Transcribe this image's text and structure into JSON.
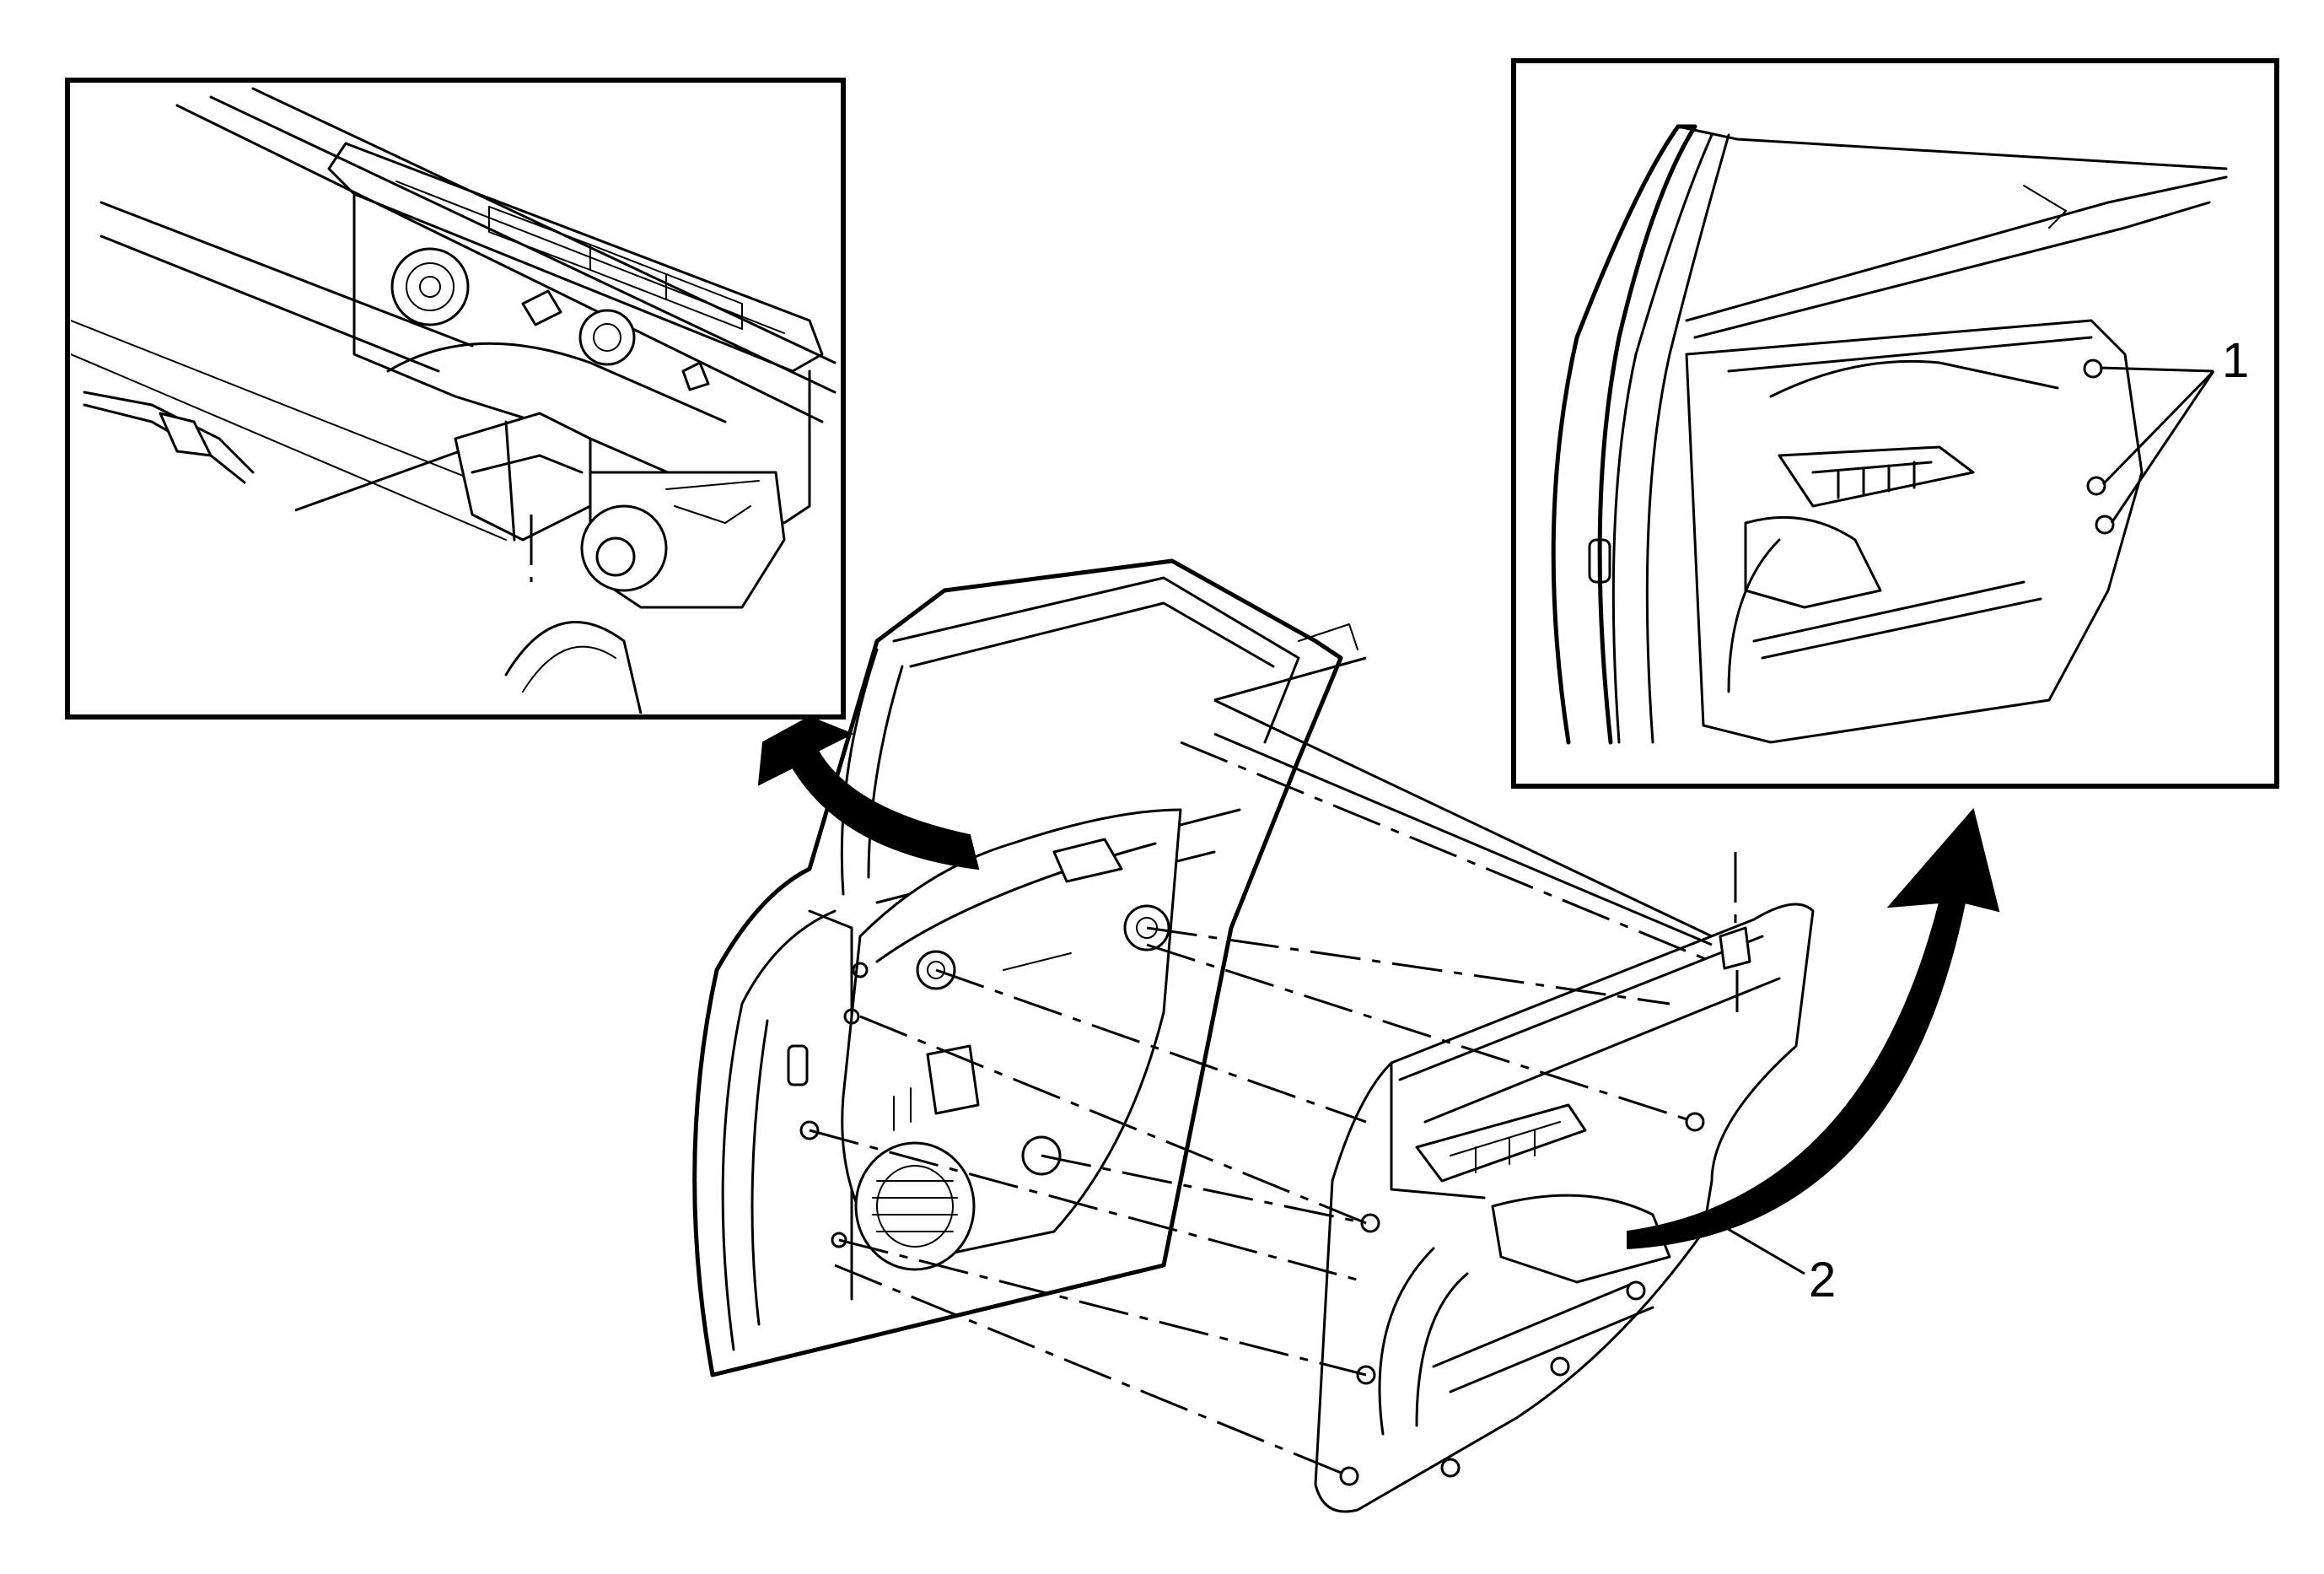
{
  "diagram": {
    "callouts": [
      {
        "id": "1",
        "label": "1"
      },
      {
        "id": "2",
        "label": "2"
      }
    ],
    "icons": {
      "rotate_left": "curved-arrow-left-icon",
      "rotate_right": "curved-arrow-right-icon"
    },
    "colors": {
      "line": "#000000",
      "background": "#ffffff"
    }
  }
}
